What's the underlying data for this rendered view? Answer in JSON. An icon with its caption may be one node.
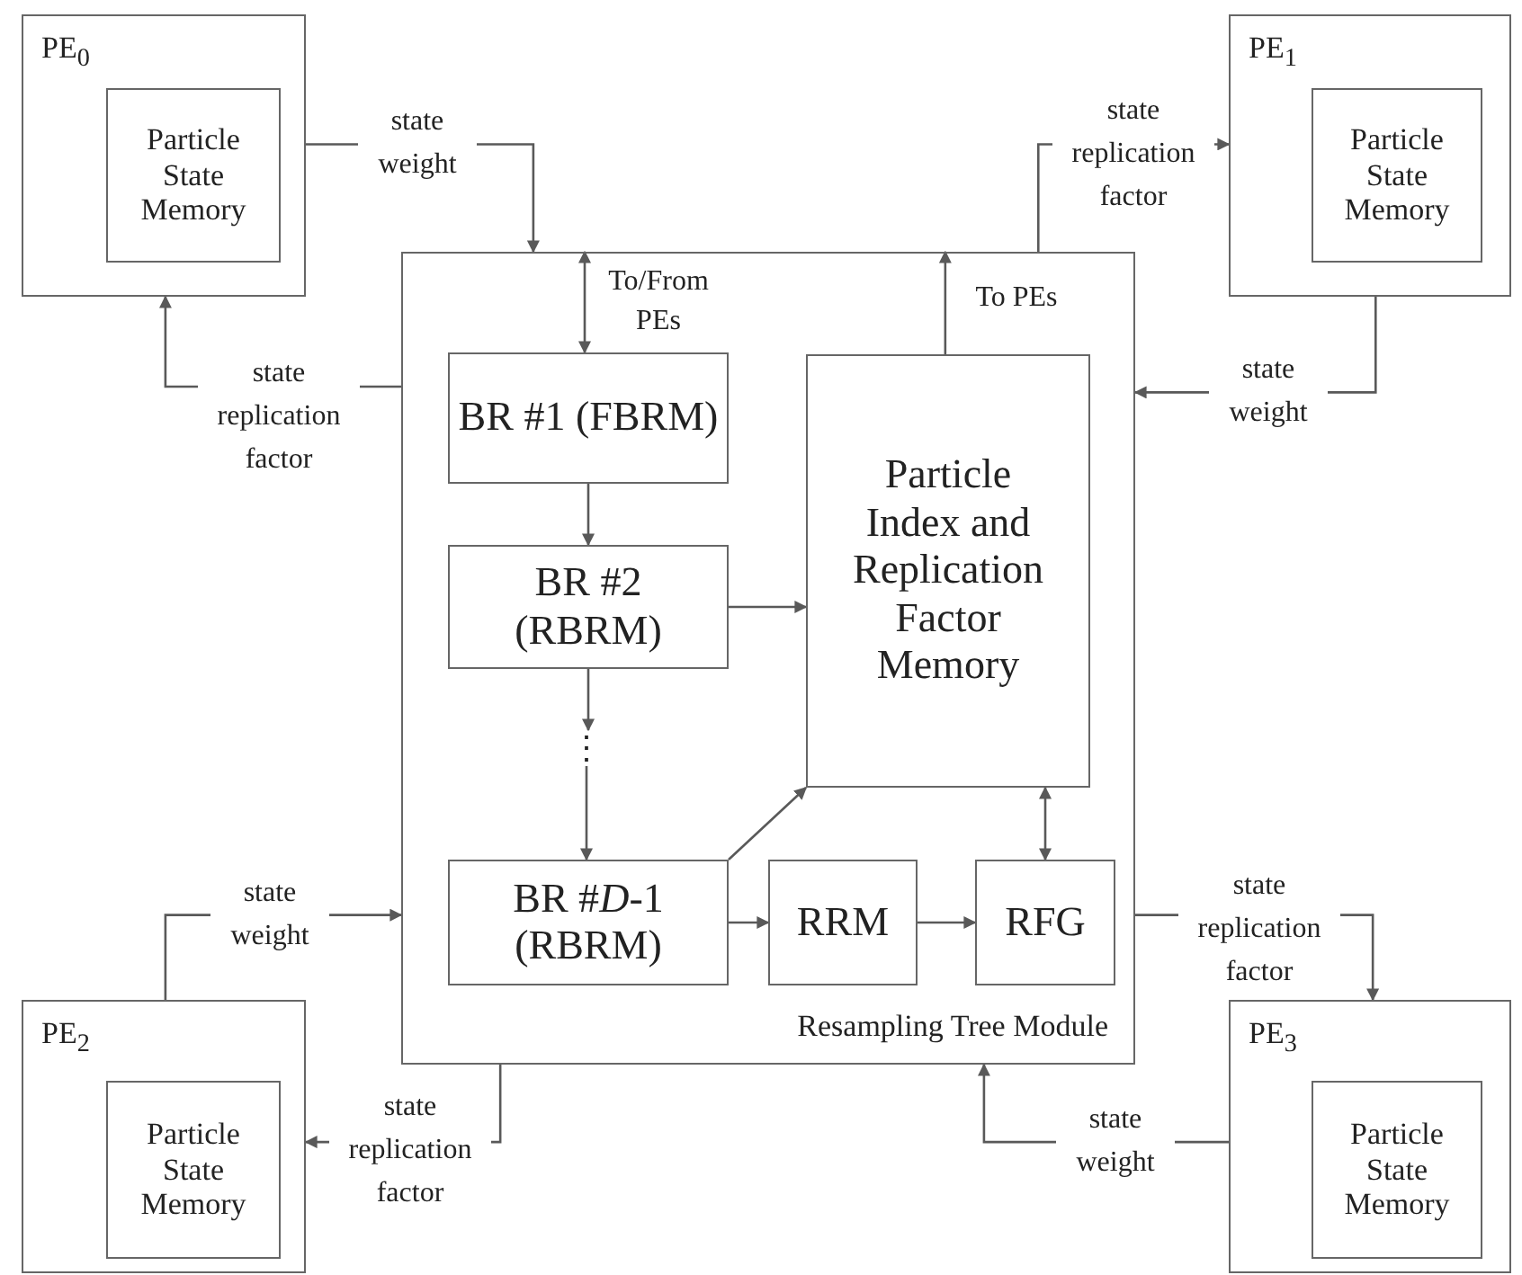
{
  "diagram": {
    "nodes": [
      {
        "text": [
          "PE$_{0}$"
        ]
      },
      {
        "text": [
          "Particle State Memory"
        ],
        "in": 0
      },
      {
        "text": [
          "PE$_{1}$"
        ]
      },
      {
        "text": [
          "Particle State Memory"
        ],
        "in": 2
      },
      {
        "text": [
          "Resampling Tree Module"
        ]
      },
      {
        "text": [
          "BR #1 (FBRM)"
        ],
        "in": 4
      },
      {
        "text": [
          "BR #2 (RBRM)"
        ],
        "in": 4
      },
      {
        "text": [
          "⋮"
        ],
        "in": 4
      },
      {
        "text": [
          "BR #*D*-1 (RBRM)"
        ],
        "in": 4
      },
      {
        "text": [
          "Particle Index and Replication Factor Memory"
        ],
        "in": 4
      },
      {
        "text": [
          "RRM"
        ],
        "in": 4
      },
      {
        "text": [
          "RFG"
        ],
        "in": 4
      },
      {
        "text": [
          "PE$_{2}$"
        ]
      },
      {
        "text": [
          "Particle State Memory"
        ],
        "in": 12
      },
      {
        "text": [
          "PE$_{3}$"
        ]
      },
      {
        "text": [
          "Particle State Memory"
        ],
        "in": 14
      }
    ],
    "edges": [
      {
        "from": 0,
        "to": 4,
        "arrow": "to",
        "label": "state weight"
      },
      {
        "from": 4,
        "to": 0,
        "arrow": "to",
        "label": "state replication factor"
      },
      {
        "from": 4,
        "to": 2,
        "arrow": "to",
        "label": "state replication factor"
      },
      {
        "from": 2,
        "to": 4,
        "arrow": "to",
        "label": "state weight"
      },
      {
        "from": 12,
        "to": 4,
        "arrow": "to",
        "label": "state weight"
      },
      {
        "from": 4,
        "to": 12,
        "arrow": "to",
        "label": "state replication factor"
      },
      {
        "from": 4,
        "to": 14,
        "arrow": "to",
        "label": "state replication factor"
      },
      {
        "from": 14,
        "to": 4,
        "arrow": "to",
        "label": "state weight"
      },
      {
        "from": 4,
        "to": 5,
        "arrow": "both",
        "label": "To/From PEs"
      },
      {
        "from": 5,
        "to": 6,
        "arrow": "to"
      },
      {
        "from": 6,
        "to": 9,
        "arrow": "to"
      },
      {
        "from": 6,
        "to": 7,
        "arrow": "to"
      },
      {
        "from": 7,
        "to": 8,
        "arrow": "to"
      },
      {
        "from": 8,
        "to": 9,
        "arrow": "to"
      },
      {
        "from": 8,
        "to": 10,
        "arrow": "to"
      },
      {
        "from": 10,
        "to": 11,
        "arrow": "to"
      },
      {
        "from": 11,
        "to": 9,
        "arrow": "both"
      },
      {
        "from": 9,
        "to": 4,
        "arrow": "to",
        "label": "To PEs"
      }
    ]
  }
}
